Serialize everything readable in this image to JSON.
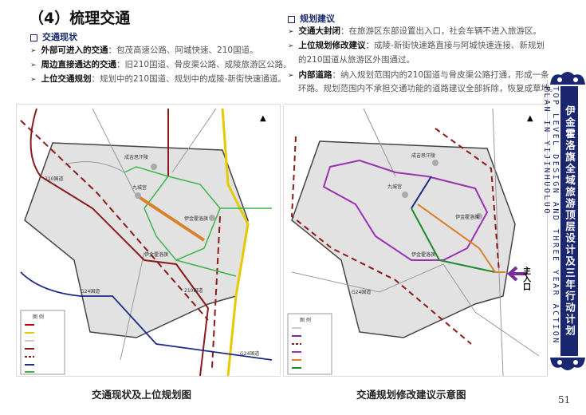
{
  "title": "（4）梳理交通",
  "current": {
    "heading": "交通现状",
    "items": [
      {
        "label": "外部可进入的交通",
        "text": "：包茂高速公路、阿城快速、210国道。"
      },
      {
        "label": "周边直接通达的交通",
        "text": "：旧210国道、骨皮渠公路、成陵旅游区公路。"
      },
      {
        "label": "上位交通规划",
        "text": "：规划中的210国道、规划中的成陵-新街快速通道。"
      }
    ]
  },
  "proposal": {
    "heading": "规划建议",
    "items": [
      {
        "label": "交通大封闭",
        "text": "：在旅游区东部设置出入口，社会车辆不进入旅游区。",
        "cont": ""
      },
      {
        "label": "上位规划修改建议",
        "text": "：成陵-新街快速路直接与阿城快速连接、新规划",
        "cont": "的210国道从旅游区外围通过。"
      },
      {
        "label": "内部道路",
        "text": "：纳入规划范围内的210国道与骨皮渠公路打通，形成一条",
        "cont": "环路。规划范围内不承担交通功能的道路建议全部拆除，恢复成草地。"
      }
    ]
  },
  "map_left": {
    "caption": "交通现状及上位规划图",
    "labels": {
      "p1": "成吉思汗陵",
      "p2": "九城宫",
      "p3": "伊金霍洛旗",
      "p4": "伊金霍洛旗",
      "r1": "210国道",
      "r2": "210国道",
      "r3": "G24国道",
      "r4": "G24国道",
      "legend": "图 例"
    }
  },
  "map_right": {
    "caption": "交通规划修改建议示意图",
    "main_entrance": "主入口",
    "labels": {
      "p1": "成吉思汗陵",
      "p2": "九城宫",
      "p3": "伊金霍洛旗",
      "p4": "伊金霍洛旗",
      "r1": "G24国道",
      "legend": "图 例"
    }
  },
  "banner": {
    "cn": "伊金霍洛旗全域旅游顶层设计及三年行动计划",
    "en1": "TOP LEVEL DESIGN AND THREE YEAR ACTION",
    "en2": "PLAN IN YIJINHUOLUO"
  },
  "page_number": "51",
  "colors": {
    "navy": "#1b2670",
    "red": "#8b1a1a",
    "green": "#3cb44b",
    "orange": "#d9822b",
    "purple": "#9b30b0",
    "yellow": "#e8c800",
    "blue": "#1e2a8a"
  }
}
